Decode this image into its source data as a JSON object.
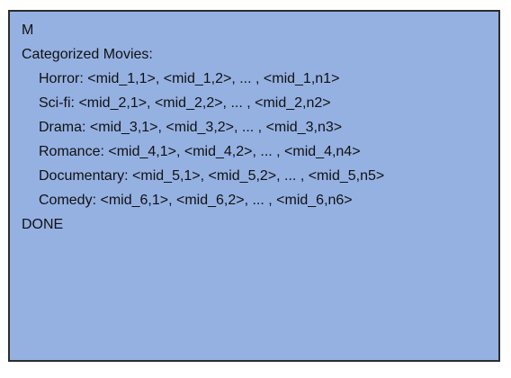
{
  "box": {
    "header": "M",
    "section_title": "Categorized Movies:",
    "categories": [
      {
        "line": "Horror: <mid_1,1>, <mid_1,2>, ... , <mid_1,n1>"
      },
      {
        "line": "Sci-fi: <mid_2,1>, <mid_2,2>, ... , <mid_2,n2>"
      },
      {
        "line": "Drama: <mid_3,1>, <mid_3,2>, ... , <mid_3,n3>"
      },
      {
        "line": "Romance: <mid_4,1>, <mid_4,2>, ... , <mid_4,n4>"
      },
      {
        "line": "Documentary: <mid_5,1>, <mid_5,2>, ... , <mid_5,n5>"
      },
      {
        "line": "Comedy: <mid_6,1>, <mid_6,2>, ... , <mid_6,n6>"
      }
    ],
    "footer": "DONE",
    "fill_color": "#95b1e2",
    "border_color": "#2c2c2c"
  }
}
